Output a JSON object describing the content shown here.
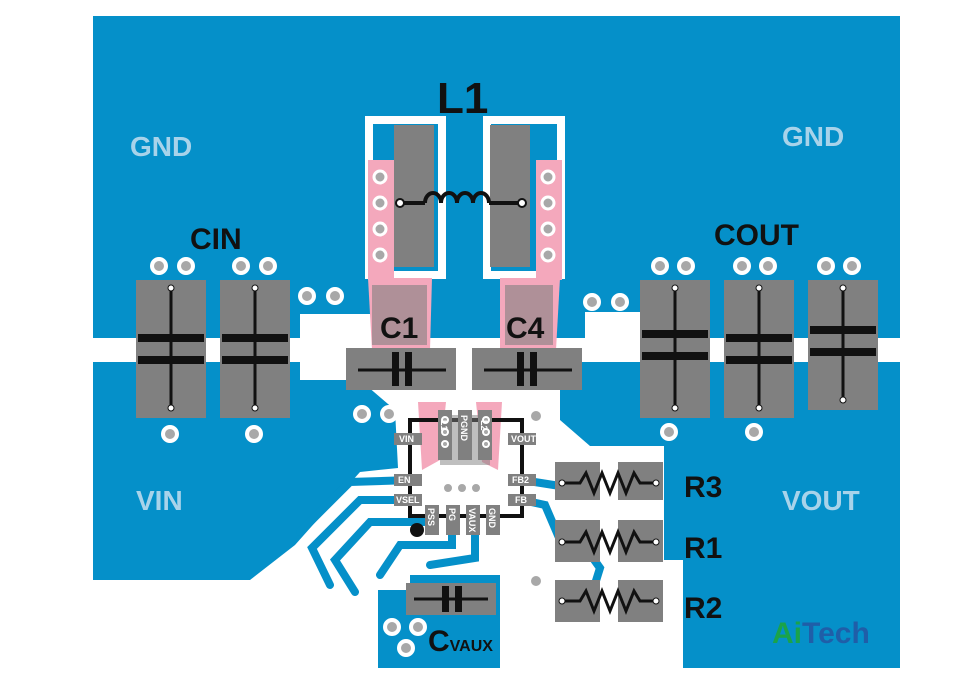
{
  "board": {
    "colors": {
      "copper": "#0590c9",
      "board": "#ffffff",
      "pad": "#808080",
      "pink": "#f4a8bc",
      "via": "#a8a8a8",
      "label": "#a8d3ea"
    }
  },
  "nets": {
    "gnd_left": "GND",
    "gnd_right": "GND",
    "vin": "VIN",
    "vout": "VOUT"
  },
  "components": {
    "l1": "L1",
    "cin": "CIN",
    "cout": "COUT",
    "c1": "C1",
    "c4": "C4",
    "r1": "R1",
    "r2": "R2",
    "r3": "R3",
    "cvaux_main": "C",
    "cvaux_sub": "VAUX"
  },
  "ic_pins": {
    "vin": "VIN",
    "en": "EN",
    "vsel": "VSEL",
    "vout": "VOUT",
    "fb2": "FB2",
    "fb": "FB",
    "l1": "L1",
    "pgnd": "PGND",
    "l2": "L2",
    "pss": "PSS",
    "pg": "PG",
    "vaux": "VAUX",
    "gnd": "GND"
  },
  "logo": {
    "part1": "Ai",
    "part2": "Tech",
    "color1": "#1aa34a",
    "color2": "#1f5ea8"
  }
}
